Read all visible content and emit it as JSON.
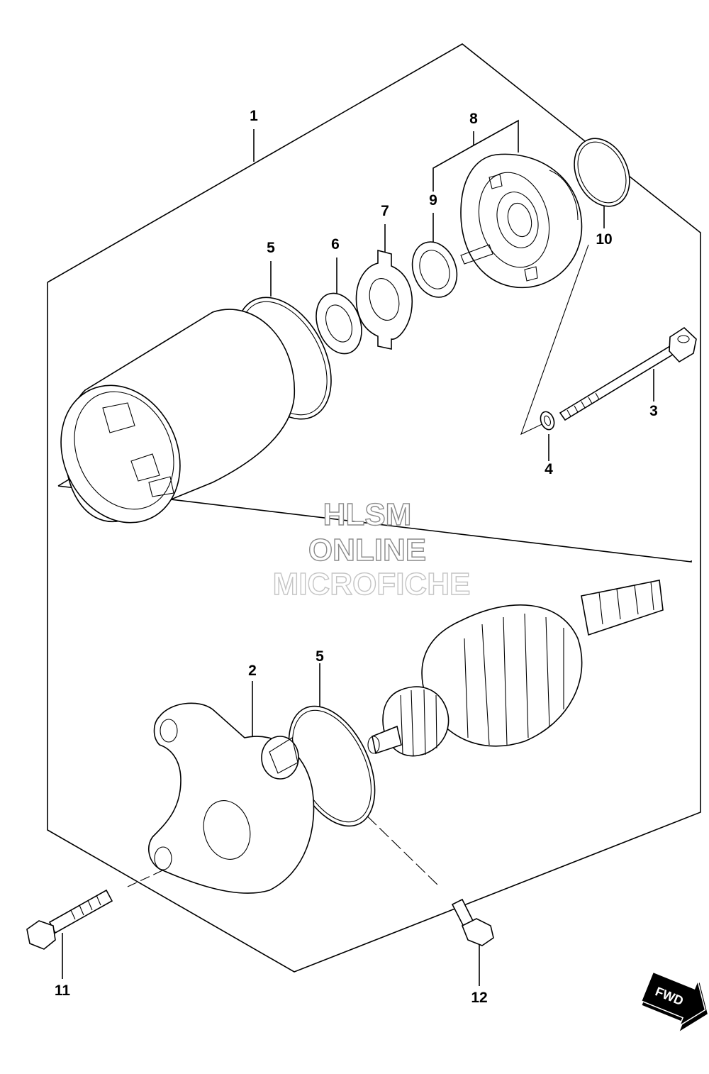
{
  "labels": [
    {
      "id": "1",
      "text": "1"
    },
    {
      "id": "2",
      "text": "2"
    },
    {
      "id": "3",
      "text": "3"
    },
    {
      "id": "4",
      "text": "4"
    },
    {
      "id": "5a",
      "text": "5"
    },
    {
      "id": "5b",
      "text": "5"
    },
    {
      "id": "6",
      "text": "6"
    },
    {
      "id": "7",
      "text": "7"
    },
    {
      "id": "8",
      "text": "8"
    },
    {
      "id": "9",
      "text": "9"
    },
    {
      "id": "10",
      "text": "10"
    },
    {
      "id": "11",
      "text": "11"
    },
    {
      "id": "12",
      "text": "12"
    }
  ],
  "watermark": {
    "line1": "HLSM",
    "line2": "ONLINE",
    "line3": "MICROFICHE"
  },
  "direction_badge": "FWD"
}
